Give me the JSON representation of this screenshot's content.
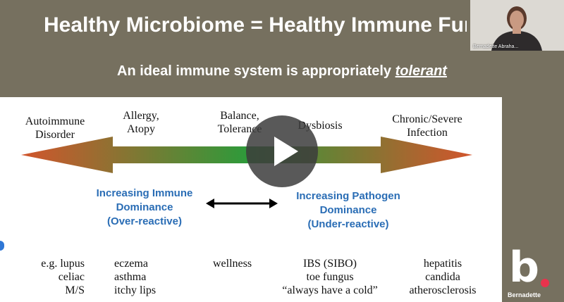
{
  "slide": {
    "title": "Healthy Microbiome = Healthy Immune Function",
    "subtitle_prefix": "An ideal immune system is appropriately ",
    "subtitle_emphasis": "tolerant",
    "spectrum_labels": [
      {
        "line1": "Autoimmune",
        "line2": "Disorder"
      },
      {
        "line1": "Allergy,",
        "line2": "Atopy"
      },
      {
        "line1": "Balance,",
        "line2": "Tolerance"
      },
      {
        "line1": "Dysbiosis",
        "line2": ""
      },
      {
        "line1": "Chronic/Severe",
        "line2": "Infection"
      }
    ],
    "immune_dominance": {
      "line1": "Increasing Immune",
      "line2": "Dominance",
      "line3": "(Over-reactive)"
    },
    "pathogen_dominance": {
      "line1": "Increasing Pathogen",
      "line2": "Dominance",
      "line3": "(Under-reactive)"
    },
    "examples": [
      {
        "lines": [
          "e.g.  lupus",
          "celiac",
          "M/S"
        ]
      },
      {
        "lines": [
          "eczema",
          "asthma",
          "itchy lips"
        ]
      },
      {
        "lines": [
          "wellness"
        ]
      },
      {
        "lines": [
          "IBS (SIBO)",
          "toe fungus",
          "“always have a cold”"
        ]
      },
      {
        "lines": [
          "hepatitis",
          "candida",
          "atherosclerosis"
        ]
      }
    ],
    "colors": {
      "arrow_left": "#d2552c",
      "arrow_mid": "#2e9a3a",
      "arrow_right": "#d2552c",
      "blue_text": "#2a6db5"
    }
  },
  "video": {
    "participant_name": "Bernadette Abraha..."
  },
  "logo": {
    "letter": "b",
    "name": "Bernadette"
  },
  "player": {
    "play_icon": "play-icon"
  }
}
